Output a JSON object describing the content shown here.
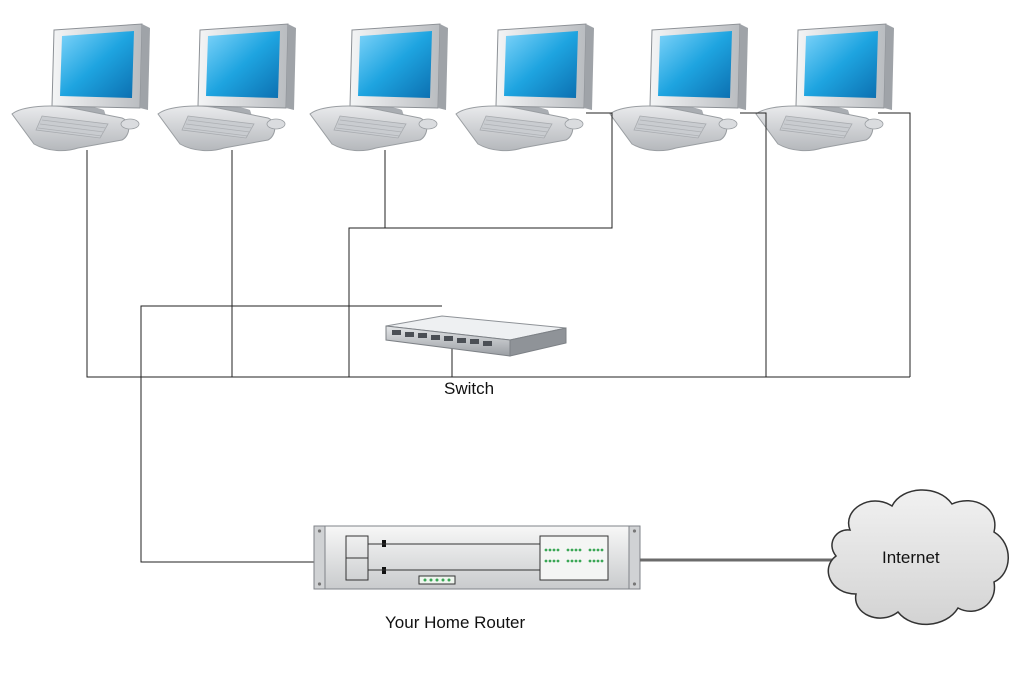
{
  "diagram": {
    "switch_label": "Switch",
    "router_label": "Your Home Router",
    "cloud_label": "Internet",
    "computer_count": 6
  },
  "colors": {
    "screen_blue": "#1ea4e0",
    "monitor_grey": "#d9dce0",
    "wire": "#222222",
    "router_link": "#6b6b6b",
    "cloud_fill": "#e6e6e6",
    "port_green": "#3aa655"
  },
  "icons": [
    "desktop-computer-icon",
    "network-switch-icon",
    "rack-router-icon",
    "cloud-icon"
  ]
}
